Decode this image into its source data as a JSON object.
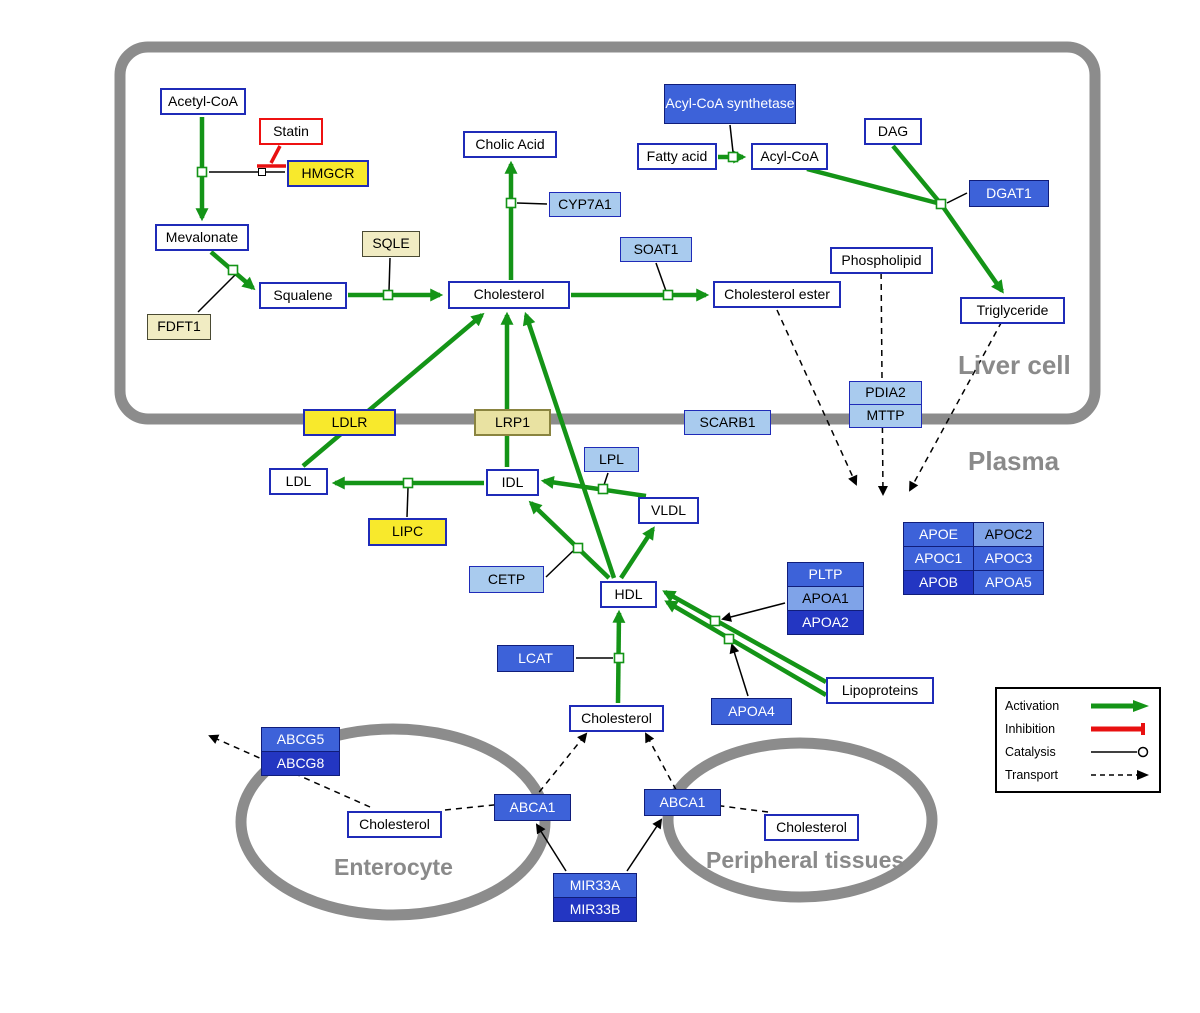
{
  "compartments": {
    "liver": "Liver cell",
    "plasma": "Plasma",
    "enterocyte": "Enterocyte",
    "peripheral": "Peripheral tissues"
  },
  "nodes": {
    "acetyl_coa": "Acetyl-CoA",
    "statin": "Statin",
    "hmgcr": "HMGCR",
    "mevalonate": "Mevalonate",
    "fdft1": "FDFT1",
    "squalene": "Squalene",
    "sqle": "SQLE",
    "cholic_acid": "Cholic Acid",
    "cyp7a1": "CYP7A1",
    "cholesterol_liver": "Cholesterol",
    "soat1": "SOAT1",
    "cholesterol_ester": "Cholesterol ester",
    "acyl_coa_synthetase": "Acyl-CoA synthetase",
    "fatty_acid": "Fatty acid",
    "acyl_coa2": "Acyl-CoA",
    "dag": "DAG",
    "dgat1": "DGAT1",
    "phospholipid": "Phospholipid",
    "triglyceride": "Triglyceride",
    "pdia2": "PDIA2",
    "mttp": "MTTP",
    "ldlr": "LDLR",
    "lrp1": "LRP1",
    "scarb1": "SCARB1",
    "ldl": "LDL",
    "idl": "IDL",
    "lpl": "LPL",
    "vldl": "VLDL",
    "lipc": "LIPC",
    "cetp": "CETP",
    "hdl": "HDL",
    "pltp": "PLTP",
    "apoa1": "APOA1",
    "apoa2": "APOA2",
    "lcat": "LCAT",
    "apoa4": "APOA4",
    "lipoproteins": "Lipoproteins",
    "apoe": "APOE",
    "apoc2": "APOC2",
    "apoc1": "APOC1",
    "apoc3": "APOC3",
    "apob": "APOB",
    "apoa5": "APOA5",
    "cholesterol_plasma": "Cholesterol",
    "abcg5": "ABCG5",
    "abcg8": "ABCG8",
    "cholesterol_enterocyte": "Cholesterol",
    "abca1_enterocyte": "ABCA1",
    "abca1_peripheral": "ABCA1",
    "cholesterol_peripheral": "Cholesterol",
    "mir33a": "MIR33A",
    "mir33b": "MIR33B"
  },
  "legend": {
    "activation": "Activation",
    "inhibition": "Inhibition",
    "catalysis": "Catalysis",
    "transport": "Transport"
  },
  "colors": {
    "activation_green": "#149417",
    "inhibition_red": "#e81010",
    "metabolite_border_blue": "#1f2bb8",
    "gene_yellow": "#f8e92c",
    "gene_light_blue": "#a9cbee",
    "gene_blue": "#3d62d9",
    "compartment_gray": "#8c8c8c"
  }
}
